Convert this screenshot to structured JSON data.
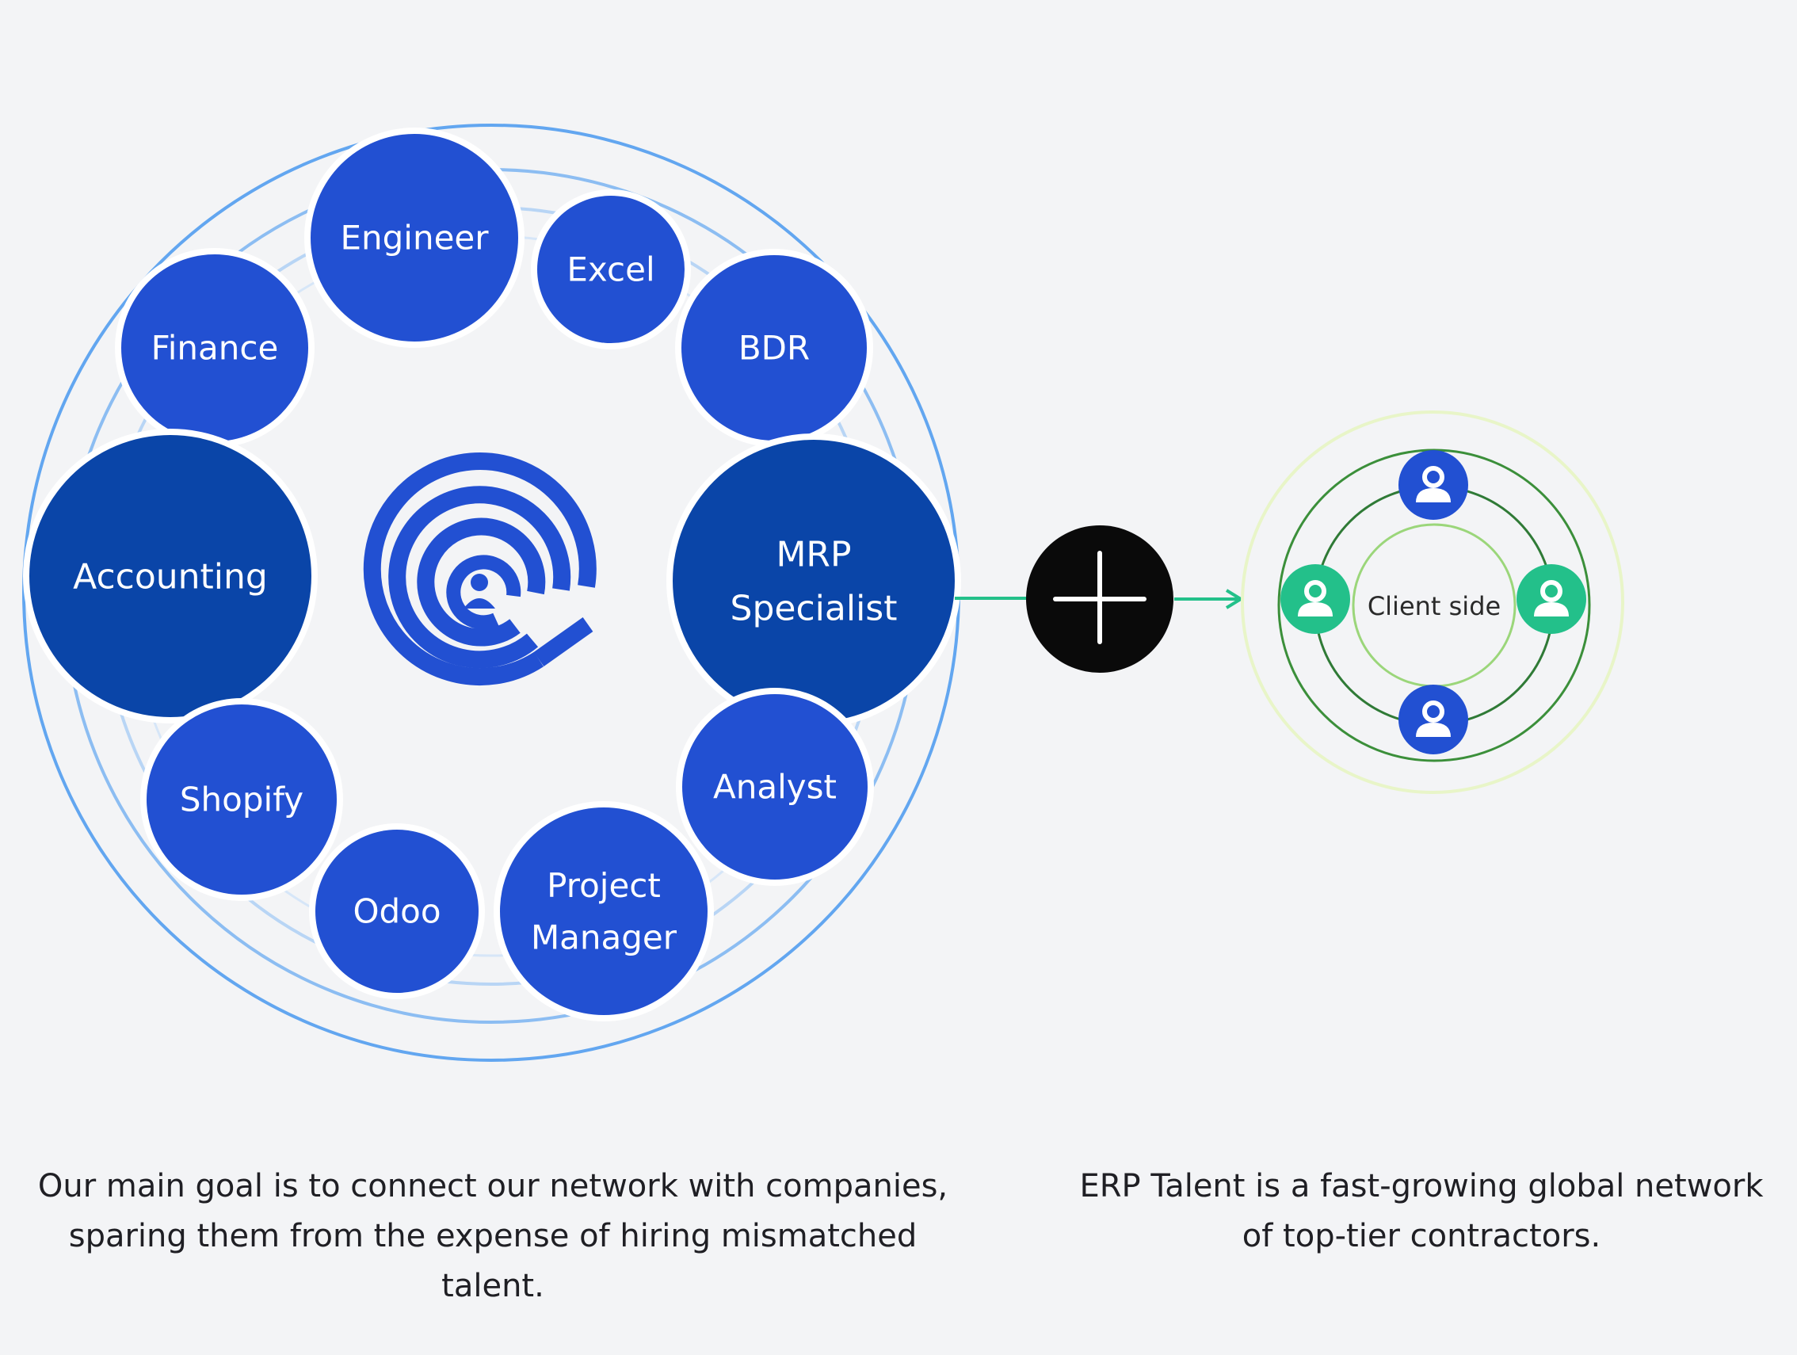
{
  "network": {
    "nodes": [
      {
        "label": "Engineer",
        "lines": [
          "Engineer"
        ],
        "color": "#2250d2"
      },
      {
        "label": "Excel",
        "lines": [
          "Excel"
        ],
        "color": "#2250d2"
      },
      {
        "label": "Finance",
        "lines": [
          "Finance"
        ],
        "color": "#2250d2"
      },
      {
        "label": "BDR",
        "lines": [
          "BDR"
        ],
        "color": "#2250d2"
      },
      {
        "label": "Accounting",
        "lines": [
          "Accounting"
        ],
        "color": "#0a45a8"
      },
      {
        "label": "MRP Specialist",
        "lines": [
          "MRP",
          "Specialist"
        ],
        "color": "#0a45a8"
      },
      {
        "label": "Shopify",
        "lines": [
          "Shopify"
        ],
        "color": "#2250d2"
      },
      {
        "label": "Analyst",
        "lines": [
          "Analyst"
        ],
        "color": "#2250d2"
      },
      {
        "label": "Odoo",
        "lines": [
          "Odoo"
        ],
        "color": "#2250d2"
      },
      {
        "label": "Project Manager",
        "lines": [
          "Project",
          "Manager"
        ],
        "color": "#2250d2"
      }
    ],
    "center_icon": "spiral-logo-icon",
    "ring_color": "#62a6f0"
  },
  "connector": {
    "icon": "plus-icon",
    "arrow_color": "#23c08a"
  },
  "client": {
    "label": "Client side",
    "icon": "user-icon",
    "blue": "#2250d2",
    "green": "#23c08a"
  },
  "captions": {
    "left": [
      "Our main goal is to connect our network with companies,",
      "sparing them from the expense of hiring mismatched",
      "talent."
    ],
    "right": [
      "ERP Talent is a fast-growing global network",
      "of top-tier contractors."
    ]
  }
}
